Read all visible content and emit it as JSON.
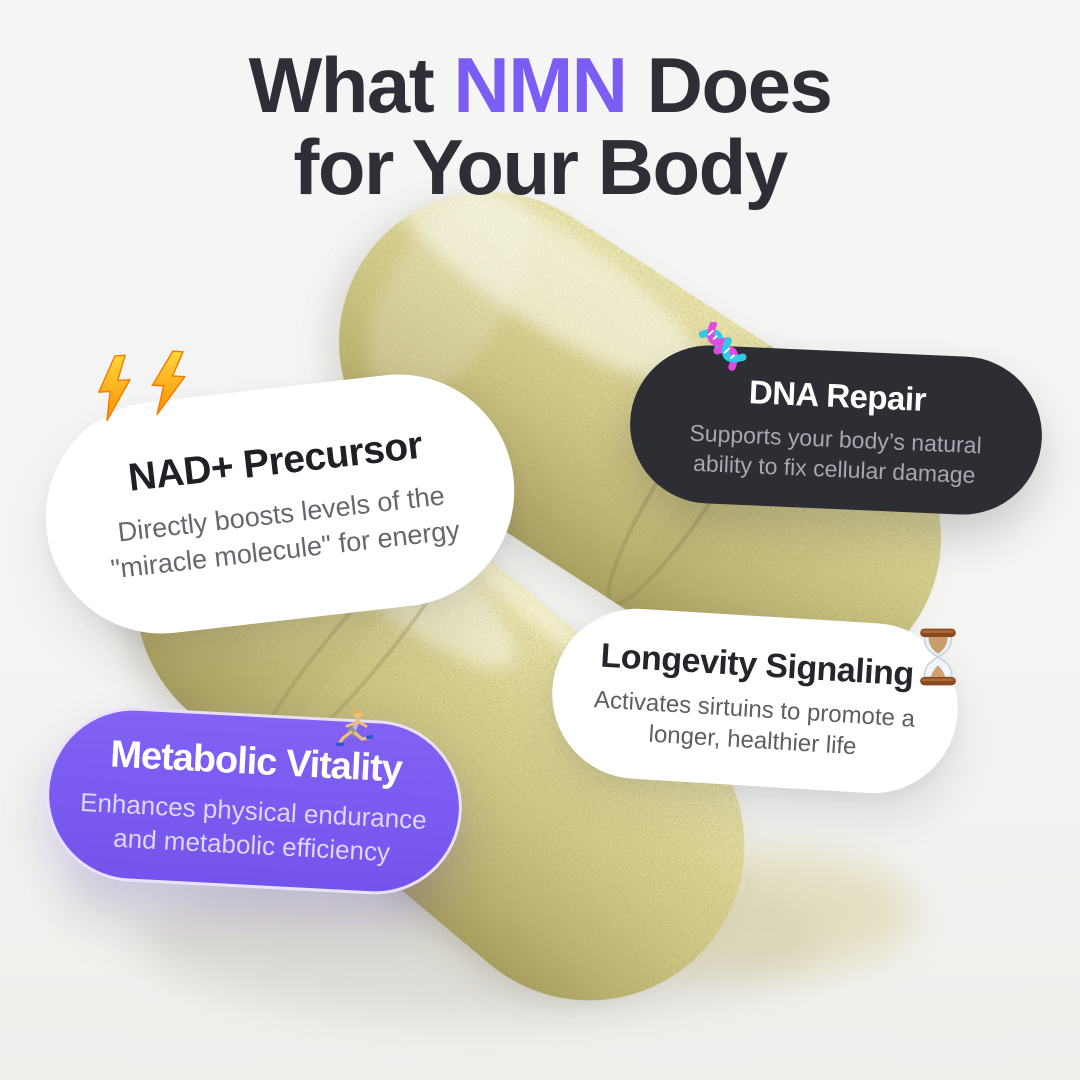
{
  "title": {
    "line1_pre": "What ",
    "line1_highlight": "NMN",
    "line1_post": " Does",
    "line2": "for Your Body"
  },
  "cards": [
    {
      "id": "nad-precursor",
      "icon": "lightning-icon (x2)",
      "title": "NAD+ Precursor",
      "body": "Directly boosts levels of the \"miracle molecule\" for energy",
      "body_lines": [
        "Directly boosts levels of the",
        "\"miracle molecule\" for energy"
      ],
      "style": "white-pill"
    },
    {
      "id": "dna-repair",
      "icon": "dna-icon",
      "title": "DNA Repair",
      "body": "Supports your body’s natural ability to fix cellular damage",
      "body_lines": [
        "Supports your body’s natural",
        "ability to fix cellular damage"
      ],
      "style": "dark-pill"
    },
    {
      "id": "longevity-signaling",
      "icon": "hourglass-icon",
      "title": "Longevity Signaling",
      "body": "Activates sirtuins to promote a longer, healthier life",
      "body_lines": [
        "Activates sirtuins to promote a",
        "longer, healthier life"
      ],
      "style": "white-pill"
    },
    {
      "id": "metabolic-vitality",
      "icon": "runner-icon",
      "title": "Metabolic Vitality",
      "body": "Enhances physical endurance and metabolic efficiency",
      "body_lines": [
        "Enhances physical endurance",
        "and metabolic efficiency"
      ],
      "style": "purple-pill"
    }
  ],
  "image": {
    "subject": "two speckled yellow-green supplement capsules",
    "capsule_color": "#d5ce8a"
  },
  "colors": {
    "background": "#f5f5f6",
    "title_text": "#2e2e36",
    "accent_purple": "#7b5cf5",
    "card_dark_bg": "#2d2d34",
    "card_purple_bg": "#7a5af0",
    "card_white_bg": "#ffffff",
    "subtitle_gray": "#66666e"
  }
}
